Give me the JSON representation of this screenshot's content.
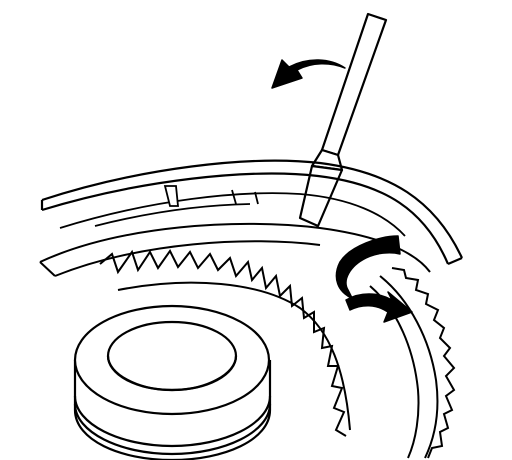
{
  "figure": {
    "background": "#ffffff",
    "line_color": "#000000"
  },
  "icons": {
    "arrow_top": "arrow-left-curved",
    "arrow_rotation": "arrow-rotate-curved",
    "arrow_lower": "arrow-right-curved"
  }
}
